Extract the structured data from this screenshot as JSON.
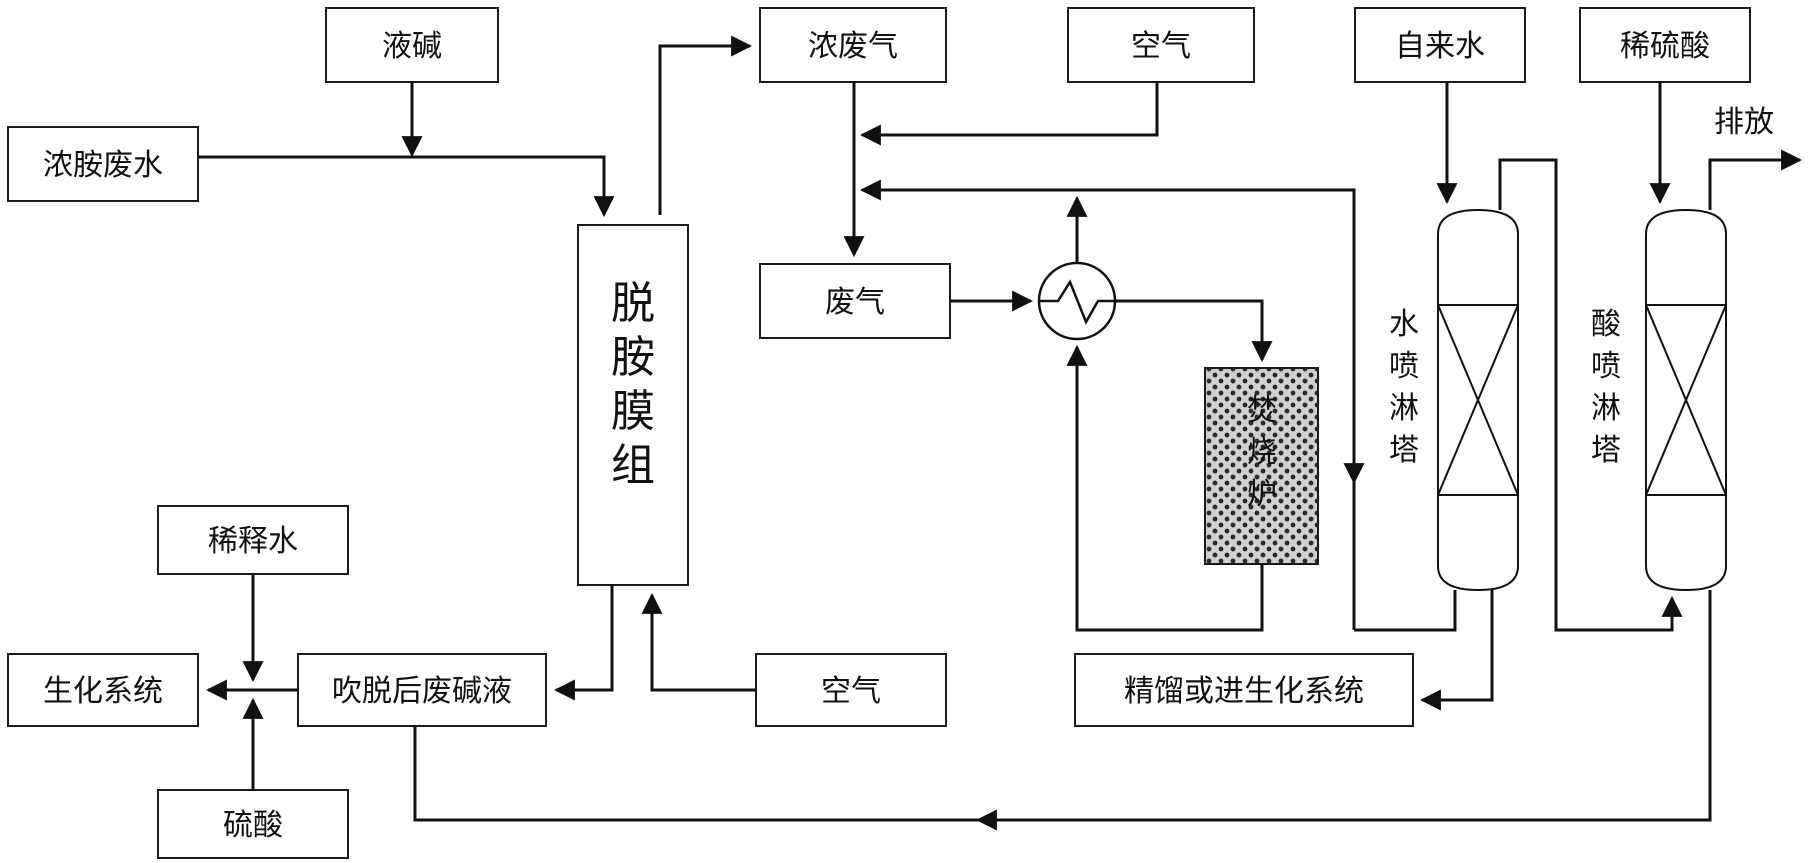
{
  "labels": {
    "liquid_alkali": "液碱",
    "conc_amine_wastewater": "浓胺废水",
    "deamination_module": "脱胺膜组",
    "conc_waste_gas": "浓废气",
    "air_top": "空气",
    "tap_water": "自来水",
    "dilute_sulfuric_acid": "稀硫酸",
    "discharge": "排放",
    "waste_gas": "废气",
    "incinerator": "焚烧炉",
    "water_spray_tower": "水喷淋塔",
    "acid_spray_tower": "酸喷淋塔",
    "dilution_water": "稀释水",
    "biochemical_system": "生化系统",
    "spent_alkali": "吹脱后废碱液",
    "air_bottom": "空气",
    "rectification": "精馏或进生化系统",
    "sulfuric_acid": "硫酸"
  },
  "colors": {
    "stroke": "#111111",
    "box_fill": "#ffffff",
    "dot_pattern": "#333333"
  },
  "icons": {
    "heat_exchanger": "heat-exchanger-icon"
  }
}
